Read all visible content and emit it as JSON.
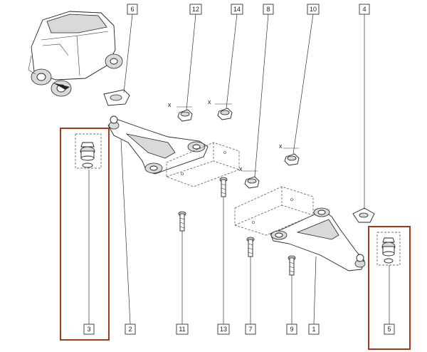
{
  "callouts": {
    "c1": "1",
    "c2": "2",
    "c3": "3",
    "c4": "4",
    "c5": "5",
    "c6": "6",
    "c7": "7",
    "c8": "8",
    "c9": "9",
    "c10": "10",
    "c11": "11",
    "c12": "12",
    "c13": "13",
    "c14": "14"
  },
  "torque_marks": {
    "m12": "x",
    "m14": "x",
    "m8": "x",
    "m10": "x"
  },
  "colors": {
    "highlight": "#a33a1c",
    "shade": "#d9d9d9",
    "line": "#222222"
  }
}
